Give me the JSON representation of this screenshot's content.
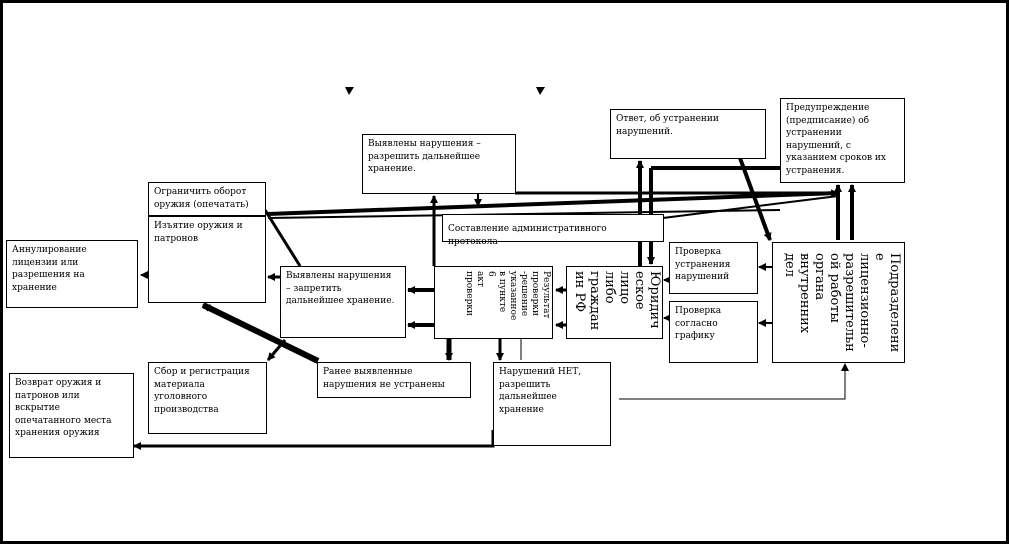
{
  "diagram": {
    "nodes": {
      "annul": "Аннулирование\nлицензии или\nразрешения на хранение",
      "restrict": "Ограничить оборот\nоружия (опечатать)",
      "seize": "Изъятие оружия и\nпатронов",
      "violations_allow": "Выявлены нарушения –\nразрешить дальнейшее\nхранение.",
      "admin_protocol": "Составление административного протокола",
      "answer": "Ответ, об устранении\nнарушений.",
      "warning": "Предупреждение\n(предписание) об\nустранении\nнарушений, с\nуказанием сроков их\nустранения.",
      "violations_forbid": "Выявлены нарушения\n–  запретить\nдальнейшее хранение.",
      "results": "Результат\nпроверки\n-решение\nуказанное\nв пункте 6\nакт\nпроверки",
      "legal_person": "Юридич\nеское\nлицо\nлибо\nграждан\nин РФ",
      "check_fix": "Проверка\nустранения\nнарушений",
      "check_schedule": "Проверка\nсогласно\nграфику",
      "licensing_unit": "Подразделени\ne\nлицензионно-\nразрешительн\nой работы\nоргана\nвнутренних\nдел",
      "collect": "Сбор и регистрация\nматериала\nуголовного\nпроизводства",
      "not_fixed": "Ранее выявленные\nнарушения не устранены",
      "no_violations": "Нарушений НЕТ,\nразрешить\nдальнейшее\nхранение",
      "return": "Возврат оружия и\nпатронов или\nвскрытие\nопечатанного места\nхранения оружия"
    }
  }
}
